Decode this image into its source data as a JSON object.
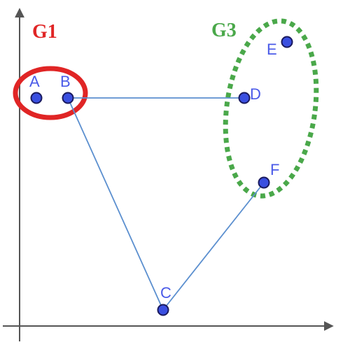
{
  "colors": {
    "axis": "#555555",
    "edge": "#5b8fcf",
    "point_fill": "#3a4fe0",
    "point_label": "#4a5ae8",
    "group1": "#e02525",
    "group3": "#4aa84a"
  },
  "groups": [
    {
      "id": "g1",
      "label": "G1",
      "members": [
        "A",
        "B"
      ]
    },
    {
      "id": "g3",
      "label": "G3",
      "members": [
        "D",
        "E",
        "F"
      ]
    }
  ],
  "points": [
    {
      "id": "A",
      "label": "A"
    },
    {
      "id": "B",
      "label": "B"
    },
    {
      "id": "C",
      "label": "C"
    },
    {
      "id": "D",
      "label": "D"
    },
    {
      "id": "E",
      "label": "E"
    },
    {
      "id": "F",
      "label": "F"
    }
  ],
  "edges": [
    {
      "from": "B",
      "to": "D"
    },
    {
      "from": "B",
      "to": "C"
    },
    {
      "from": "C",
      "to": "F"
    }
  ]
}
